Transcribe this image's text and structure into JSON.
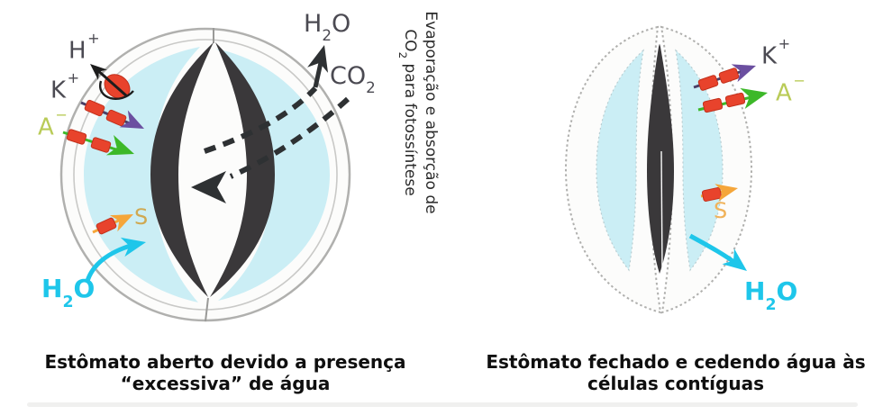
{
  "colors": {
    "cyan_fill": "#cbeef5",
    "cell_outline": "#b0b0ae",
    "cell_inner_line": "#c9c9c7",
    "pore_dark": "#3a383a",
    "ink": "#2e3133",
    "channel_red": "#e8432c",
    "channel_red_edge": "#c2301b",
    "arrow_purple": "#6b4fa0",
    "arrow_green": "#3db829",
    "arrow_orange": "#f5a63a",
    "water_cyan": "#1ec6ea",
    "label_gray": "#4b4a52",
    "label_green": "#b9cb57",
    "label_gold": "#cfa952",
    "label_orange": "#f0b259",
    "caption_ink": "#0f0f0f"
  },
  "left_panel": {
    "labels": {
      "proton": {
        "base": "H",
        "sup": "+"
      },
      "potassium": {
        "base": "K",
        "sup": "+"
      },
      "anion": {
        "base": "A",
        "sup": "−"
      },
      "sugar": "S",
      "water_in": {
        "pre": "H",
        "sub": "2",
        "post": "O"
      },
      "water_out_top": {
        "pre": "H",
        "sub": "2",
        "post": "O"
      },
      "co2": {
        "pre": "CO",
        "sub": "2",
        "post": ""
      }
    },
    "caption": {
      "line1": "Estômato aberto devido a presença",
      "line2": "“excessiva” de água"
    }
  },
  "side_note": {
    "line1": "Evaporação e absorção de",
    "line2_pre": "CO",
    "line2_sub": "2",
    "line2_post": " para fotossíntese"
  },
  "right_panel": {
    "labels": {
      "potassium": {
        "base": "K",
        "sup": "+"
      },
      "anion": {
        "base": "A",
        "sup": "−"
      },
      "sugar": "S",
      "water_out": {
        "pre": "H",
        "sub": "2",
        "post": "O"
      }
    },
    "caption": {
      "line1": "Estômato fechado e cedendo água às",
      "line2": "células contíguas"
    }
  }
}
